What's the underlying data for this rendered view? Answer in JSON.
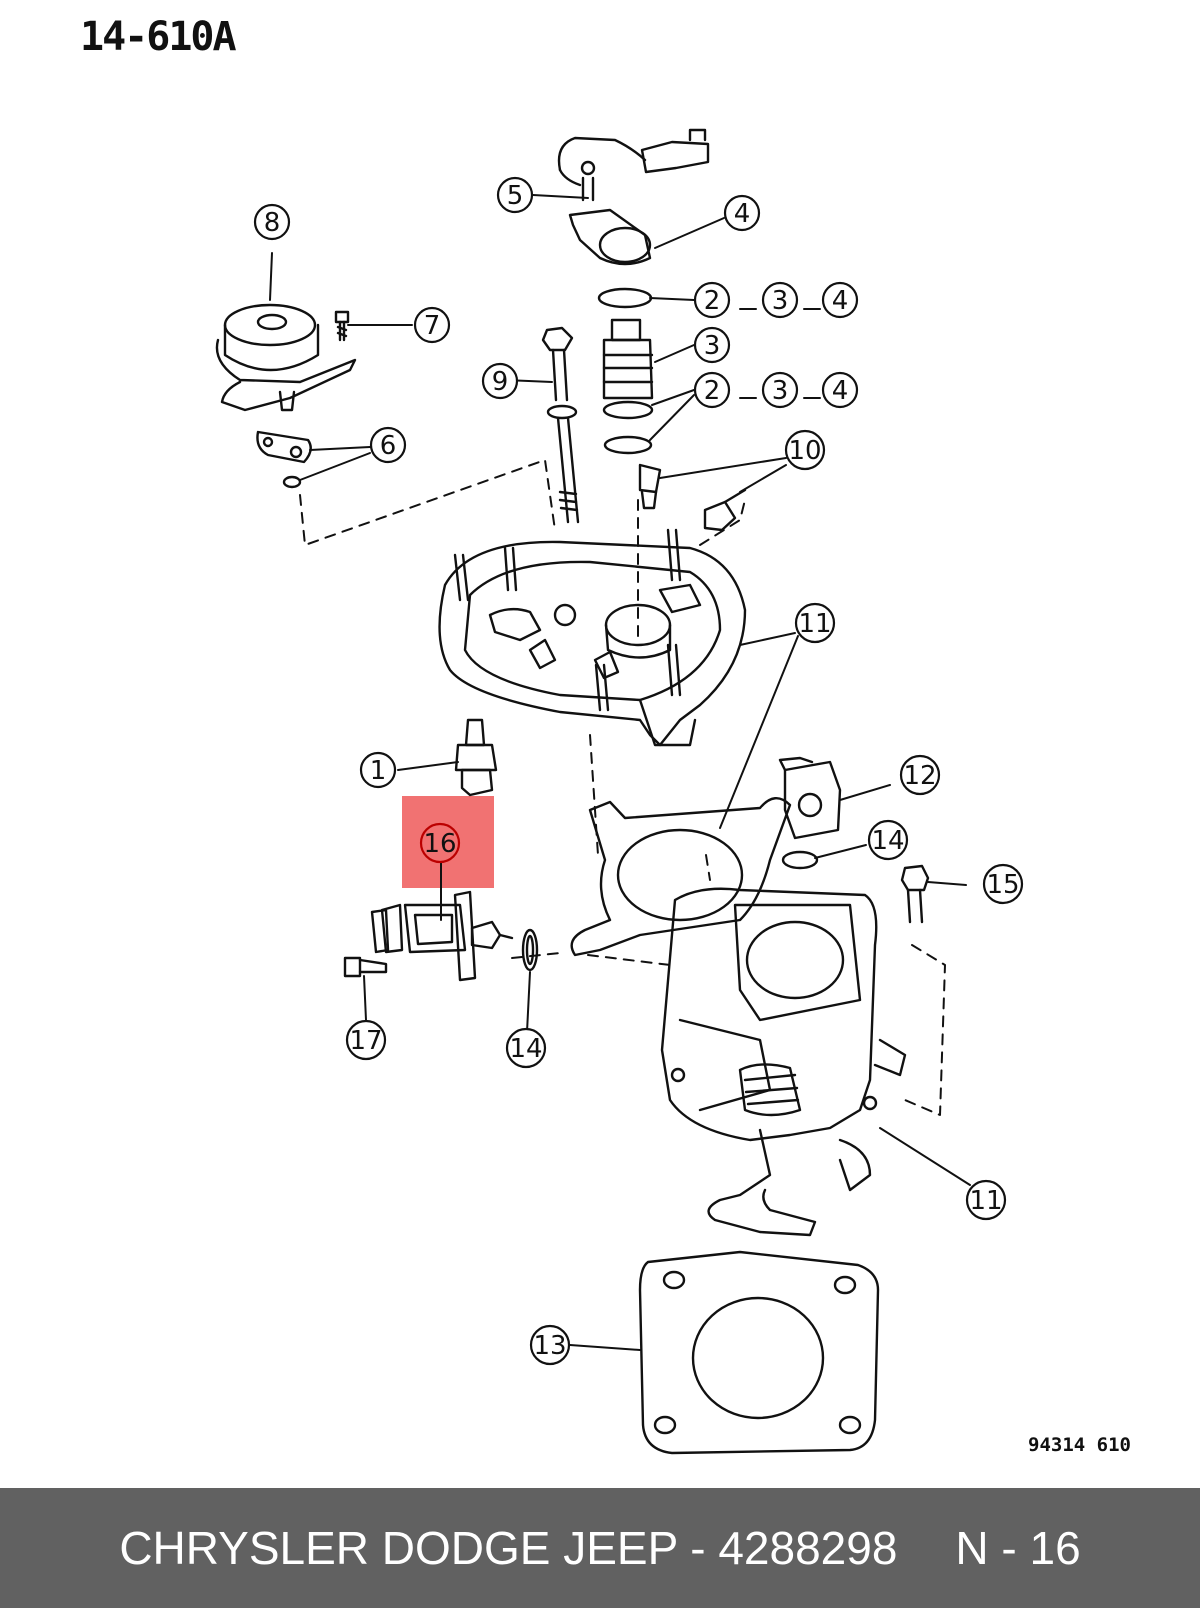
{
  "diagram": {
    "title": "14-610A",
    "drawing_code": "94314 610",
    "highlight_color": "#f06a6a",
    "callouts": [
      {
        "id": "c1",
        "label": "1"
      },
      {
        "id": "c2a",
        "label": "2"
      },
      {
        "id": "c3a",
        "label": "3"
      },
      {
        "id": "c4a",
        "label": "4"
      },
      {
        "id": "c2b",
        "label": "2"
      },
      {
        "id": "c3b",
        "label": "3"
      },
      {
        "id": "c4b",
        "label": "4"
      },
      {
        "id": "c3",
        "label": "3"
      },
      {
        "id": "c4",
        "label": "4"
      },
      {
        "id": "c5",
        "label": "5"
      },
      {
        "id": "c6",
        "label": "6"
      },
      {
        "id": "c7",
        "label": "7"
      },
      {
        "id": "c8",
        "label": "8"
      },
      {
        "id": "c9",
        "label": "9"
      },
      {
        "id": "c10",
        "label": "10"
      },
      {
        "id": "c11a",
        "label": "11"
      },
      {
        "id": "c11b",
        "label": "11"
      },
      {
        "id": "c12",
        "label": "12"
      },
      {
        "id": "c13",
        "label": "13"
      },
      {
        "id": "c14a",
        "label": "14"
      },
      {
        "id": "c14b",
        "label": "14"
      },
      {
        "id": "c15",
        "label": "15"
      },
      {
        "id": "c16",
        "label": "16"
      },
      {
        "id": "c17",
        "label": "17"
      }
    ]
  },
  "footer": {
    "part_text": "CHRYSLER DODGE JEEP - 4288298",
    "position_text": "N - 16"
  }
}
